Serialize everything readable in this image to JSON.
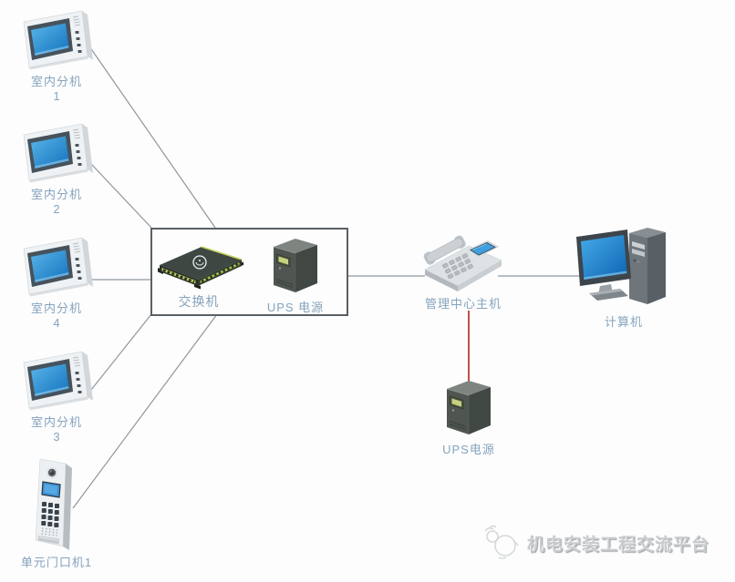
{
  "nodes": {
    "indoor_unit_1": {
      "label": "室内分机",
      "number": "1",
      "icon": "indoor-monitor-icon"
    },
    "indoor_unit_2": {
      "label": "室内分机",
      "number": "2",
      "icon": "indoor-monitor-icon"
    },
    "indoor_unit_4": {
      "label": "室内分机",
      "number": "4",
      "icon": "indoor-monitor-icon"
    },
    "indoor_unit_3": {
      "label": "室内分机",
      "number": "3",
      "icon": "indoor-monitor-icon"
    },
    "door_station": {
      "label": "单元门口机1",
      "icon": "door-station-icon"
    },
    "switch": {
      "label": "交换机",
      "icon": "network-switch-icon"
    },
    "ups_main": {
      "label": "UPS 电源",
      "icon": "ups-tower-icon"
    },
    "management_host": {
      "label": "管理中心主机",
      "icon": "desk-phone-icon"
    },
    "computer": {
      "label": "计算机",
      "icon": "desktop-computer-icon"
    },
    "ups_secondary": {
      "label": "UPS电源",
      "icon": "ups-tower-icon"
    }
  },
  "edges": [
    {
      "from": "indoor_unit_1",
      "to": "equipment_box"
    },
    {
      "from": "indoor_unit_2",
      "to": "equipment_box"
    },
    {
      "from": "indoor_unit_4",
      "to": "equipment_box"
    },
    {
      "from": "indoor_unit_3",
      "to": "equipment_box"
    },
    {
      "from": "door_station",
      "to": "equipment_box"
    },
    {
      "from": "equipment_box",
      "to": "management_host"
    },
    {
      "from": "management_host",
      "to": "computer"
    },
    {
      "from": "management_host",
      "to": "ups_secondary",
      "color": "red"
    }
  ],
  "colors": {
    "wire": "#8e979e",
    "red_wire": "#b3271e",
    "label_text": "#85a3bd",
    "box_border": "#5a6065",
    "screen_blue": "#2f96d8",
    "watermark_text": "#c9cdcf"
  },
  "watermark": {
    "text": "机电安装工程交流平台",
    "logo": "sketch-mascot-logo"
  }
}
